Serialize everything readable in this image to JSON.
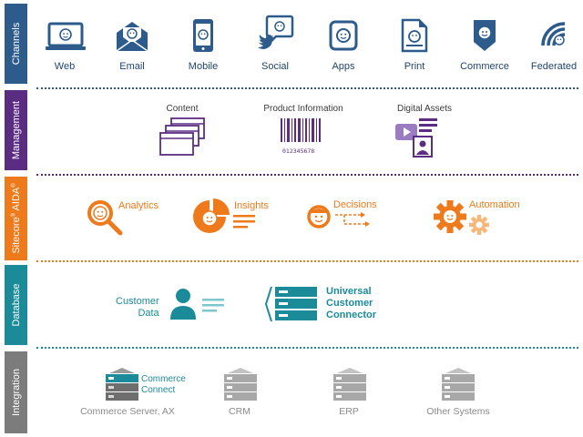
{
  "bands": {
    "channels": "Channels",
    "management": "Management",
    "aida": "Sitecore",
    "aida2": "AIDA",
    "database": "Database",
    "integration": "Integration"
  },
  "channels": [
    "Web",
    "Email",
    "Mobile",
    "Social",
    "Apps",
    "Print",
    "Commerce",
    "Federated"
  ],
  "management": {
    "content": "Content",
    "product": "Product Information",
    "barcode": "012345678",
    "assets": "Digital Assets"
  },
  "aida": {
    "analytics": "Analytics",
    "insights": "Insights",
    "decisions": "Decisions",
    "automation": "Automation"
  },
  "database": {
    "customer_line1": "Customer",
    "customer_line2": "Data",
    "ucc_line1": "Universal",
    "ucc_line2": "Customer",
    "ucc_line3": "Connector"
  },
  "integration": {
    "cc_line1": "Commerce",
    "cc_line2": "Connect",
    "server": "Commerce Server, AX",
    "crm": "CRM",
    "erp": "ERP",
    "other": "Other Systems"
  },
  "colors": {
    "channels": "#2d5b8c",
    "management": "#5b2d82",
    "aida": "#ee7a1c",
    "database": "#1b8a99",
    "integration": "#7c7c7c"
  }
}
